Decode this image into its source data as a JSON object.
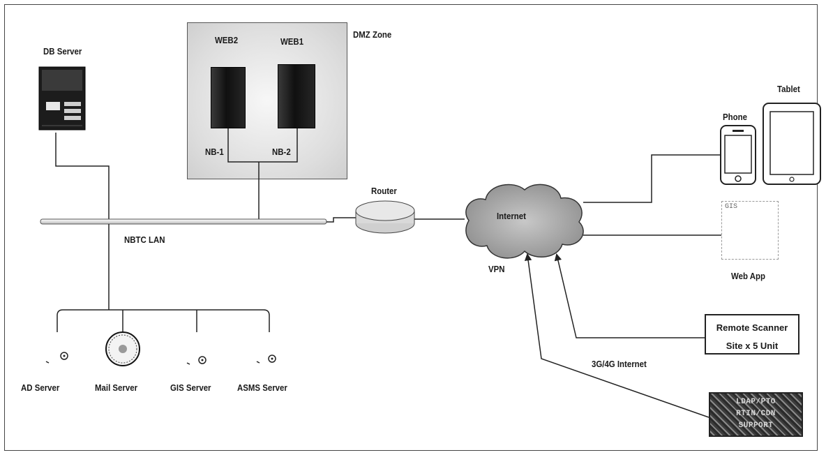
{
  "labels": {
    "db_server": "DB Server",
    "dmz_zone": "DMZ Zone",
    "web2": "WEB2",
    "web1": "WEB1",
    "nb1": "NB-1",
    "nb2": "NB-2",
    "router": "Router",
    "internet": "Internet",
    "vpn": "VPN",
    "nbtc_lan": "NBTC LAN",
    "phone": "Phone",
    "tablet": "Tablet",
    "web_app": "Web App",
    "web_app_window_title": "GIS",
    "remote_scanner_line1": "Remote Scanner",
    "remote_scanner_line2": "Site x 5 Unit",
    "net_3g4g": "3G/4G Internet",
    "ad_server": "AD Server",
    "mail_server": "Mail Server",
    "gis_server": "GIS Server",
    "asms_server": "ASMS Server"
  },
  "ldap_box_lines": [
    "LDAP/PTO",
    "RTIN/CDN",
    "SUPPORT"
  ],
  "colors": {
    "line": "#222222",
    "dmz_fill": "#e3e3e3",
    "device": "#1a1a1a"
  }
}
